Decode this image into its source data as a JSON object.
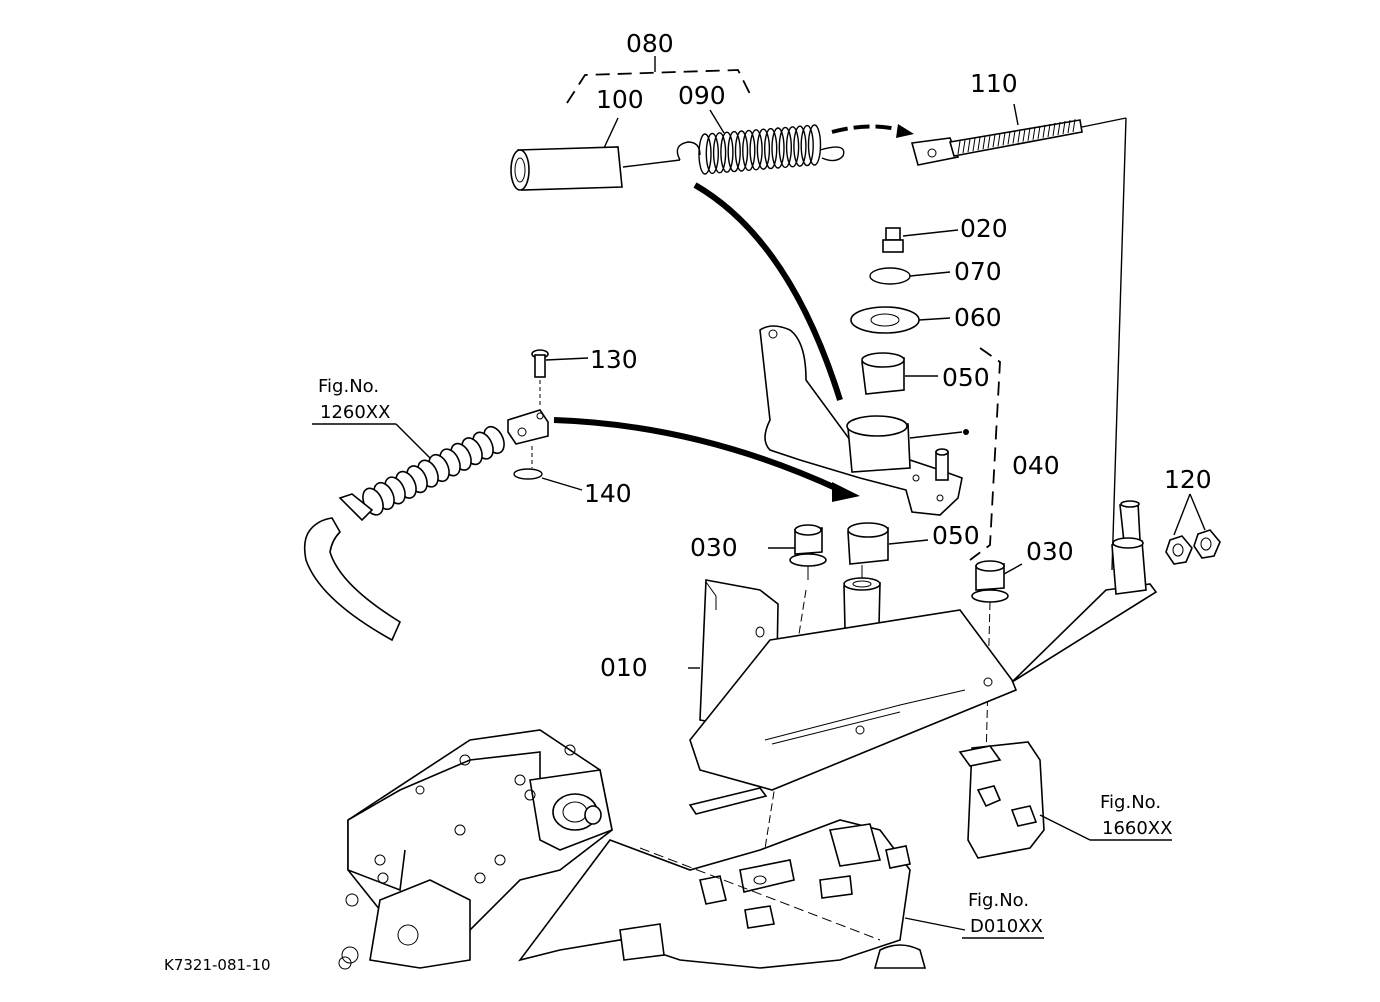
{
  "labels": {
    "p080": "080",
    "p100": "100",
    "p090": "090",
    "p110": "110",
    "p020": "020",
    "p070": "070",
    "p060": "060",
    "p050a": "050",
    "p050b": "050",
    "p040": "040",
    "p130": "130",
    "p140": "140",
    "p030a": "030",
    "p030b": "030",
    "p120": "120",
    "p010": "010"
  },
  "figrefs": {
    "ref1_title": "Fig.No.",
    "ref1_code": "1260XX",
    "ref2_title": "Fig.No.",
    "ref2_code": "1660XX",
    "ref3_title": "Fig.No.",
    "ref3_code": "D010XX"
  },
  "drawing_code": "K7321-081-10"
}
